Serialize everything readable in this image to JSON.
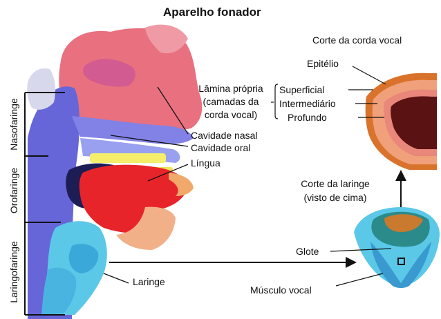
{
  "title": "Aparelho fonador",
  "vocal_cord_section_title": "Corte da corda vocal",
  "vocal_cord": {
    "epithelium": "Epitélio",
    "lamina_propria": [
      "Lâmina própria",
      "(camadas da",
      "corda vocal)"
    ],
    "layers": [
      "Superficial",
      "Intermediário",
      "Profundo"
    ]
  },
  "anatomy": {
    "nasal_cavity": "Cavidade nasal",
    "oral_cavity": "Cavidade oral",
    "tongue": "Língua",
    "larynx": "Laringe"
  },
  "pharynx_regions": [
    "Nasofaringe",
    "Orofaringe",
    "Laringofaringe"
  ],
  "larynx_view": {
    "title": [
      "Corte da laringe",
      "(visto de cima)"
    ],
    "glottis": "Glote",
    "vocal_muscle": "Músculo vocal"
  },
  "colors": {
    "nasal_pink": "#e9707f",
    "tongue_red": "#e8242b",
    "pharynx_blue": "#6666d9",
    "larynx_cyan": "#5bc8e8",
    "epithelium_orange": "#d9732b"
  }
}
